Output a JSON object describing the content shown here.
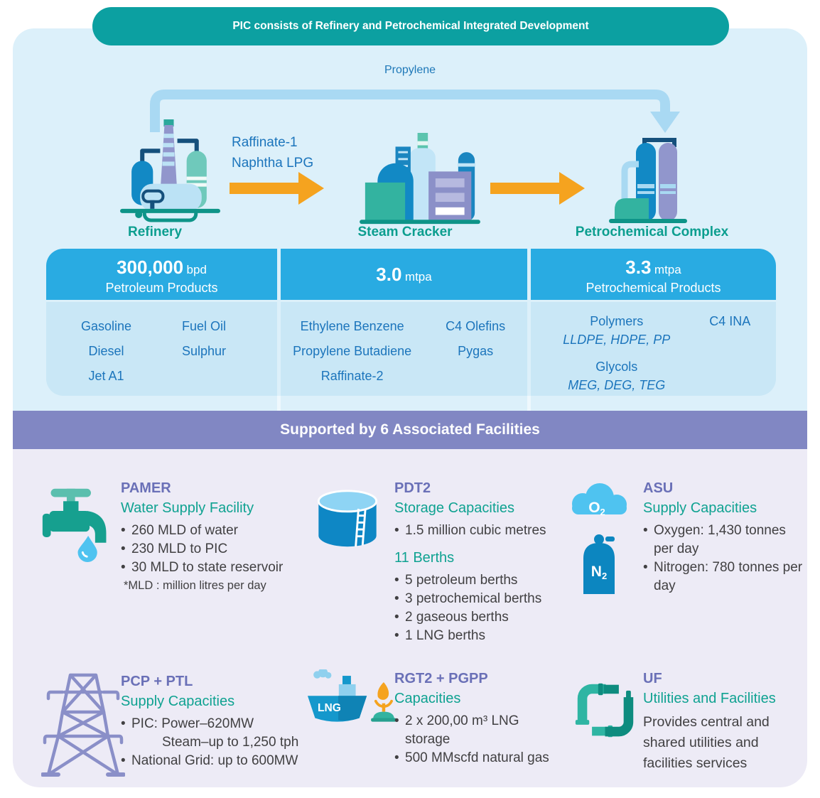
{
  "banner": {
    "title": "PIC consists of Refinery and Petrochemical Integrated Development"
  },
  "flow": {
    "propylene": "Propylene",
    "feed_line1": "Raffinate-1",
    "feed_line2": "Naphtha LPG",
    "refinery_label": "Refinery",
    "steam_cracker_label": "Steam Cracker",
    "petrochemical_label": "Petrochemical Complex"
  },
  "table": {
    "columns": [
      {
        "value": "300,000",
        "unit": "bpd",
        "subtitle": "Petroleum Products",
        "left_items": [
          "Gasoline",
          "Diesel",
          "Jet A1"
        ],
        "right_items": [
          "Fuel Oil",
          "Sulphur"
        ]
      },
      {
        "value": "3.0",
        "unit": "mtpa",
        "left_items": [
          "Ethylene Benzene",
          "Propylene Butadiene",
          "Raffinate-2"
        ],
        "right_items": [
          "C4 Olefins",
          "Pygas"
        ]
      },
      {
        "value": "3.3",
        "unit": "mtpa",
        "subtitle": "Petrochemical Products",
        "groups": [
          {
            "name": "Polymers",
            "detail": "LLDPE, HDPE, PP"
          },
          {
            "name": "Glycols",
            "detail": "MEG, DEG, TEG"
          }
        ],
        "right_items": [
          "C4 INA"
        ]
      }
    ]
  },
  "facilities_banner": {
    "title": "Supported by 6 Associated Facilities"
  },
  "facilities": [
    {
      "name": "PAMER",
      "subtitle": "Water Supply Facility",
      "bullets": [
        "260 MLD of water",
        "230 MLD to PIC",
        "30 MLD to state reservoir"
      ],
      "footnote": "*MLD : million litres per day",
      "icon": "faucet-icon"
    },
    {
      "name": "PDT2",
      "subtitle": "Storage Capacities",
      "bullets": [
        "1.5 million cubic metres"
      ],
      "subheading": "11 Berths",
      "berth_bullets": [
        "5 petroleum berths",
        "3 petrochemical berths",
        "2 gaseous berths",
        "1 LNG berths"
      ],
      "icon": "storage-tank-icon"
    },
    {
      "name": "ASU",
      "subtitle": "Supply Capacities",
      "bullets": [
        "Oxygen: 1,430 tonnes per day",
        "Nitrogen: 780 tonnes per day"
      ],
      "icon": "oxygen-cloud-nitrogen-cylinder-icon"
    },
    {
      "name": "PCP + PTL",
      "subtitle": "Supply Capacities",
      "bullet1": "PIC: Power–620MW",
      "bullet1_continued": "Steam–up to 1,250 tph",
      "bullet2": "National Grid: up to 600MW",
      "icon": "transmission-tower-icon"
    },
    {
      "name": "RGT2 + PGPP",
      "subtitle": "Capacities",
      "bullets": [
        "2 x 200,00 m³ LNG storage",
        "500 MMscfd natural gas"
      ],
      "icon": "lng-ship-flare-icon"
    },
    {
      "name": "UF",
      "subtitle": "Utilities and Facilities",
      "description": "Provides central and shared utilities and facilities services",
      "icon": "pipes-icon"
    }
  ],
  "colors": {
    "teal_banner": "#0CA0A1",
    "panel_blue": "#DCF0FA",
    "header_cyan": "#29ABE2",
    "body_blue": "#C9E7F6",
    "purple_banner": "#8187C3",
    "panel_lavender": "#EDEBF6",
    "accent_teal": "#0C9E8F",
    "text_blue": "#1C75BC",
    "title_purple": "#6A70B7",
    "subtitle_teal": "#0FA291",
    "arrow_orange": "#F5A31F",
    "arrow_light_blue": "#A9D9F3",
    "text_dark": "#414042"
  }
}
